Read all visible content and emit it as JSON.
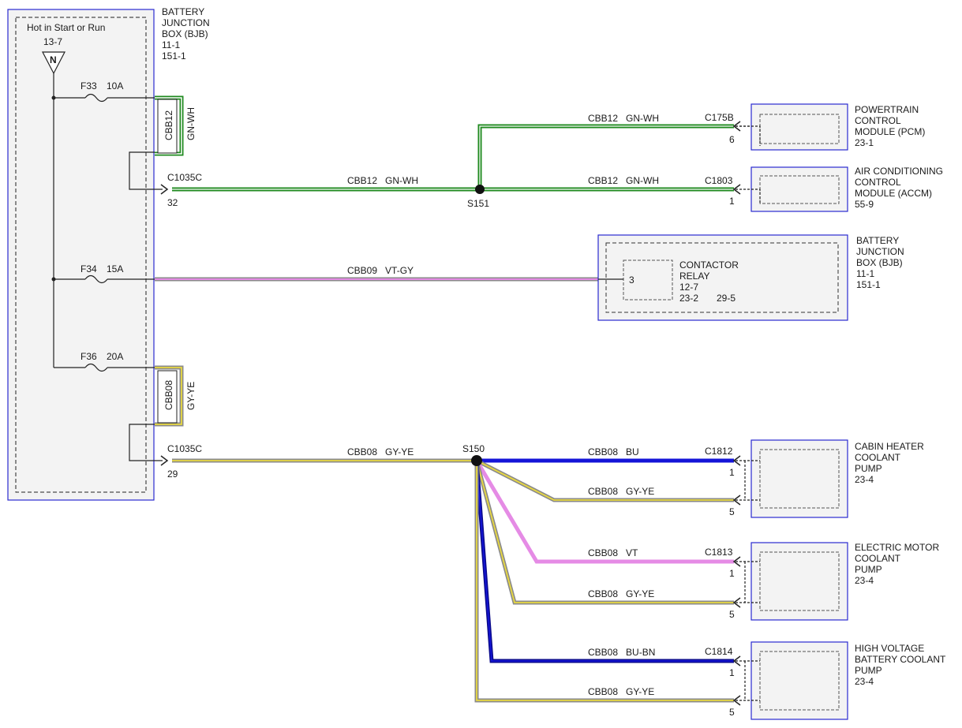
{
  "bjb_main": {
    "title_lines": [
      "BATTERY",
      "JUNCTION",
      "BOX (BJB)",
      "11-1",
      "151-1"
    ],
    "hot_label": "Hot in Start or Run",
    "ref": "13-7",
    "node": "N"
  },
  "fuses": {
    "f33": {
      "name": "F33",
      "rating": "10A"
    },
    "f34": {
      "name": "F34",
      "rating": "15A"
    },
    "f36": {
      "name": "F36",
      "rating": "20A"
    }
  },
  "connectors": {
    "c1035c_a": {
      "name": "C1035C",
      "pin": "32"
    },
    "c1035c_b": {
      "name": "C1035C",
      "pin": "29"
    },
    "c175b": {
      "name": "C175B",
      "pin": "6"
    },
    "c1803": {
      "name": "C1803",
      "pin": "1"
    },
    "c1812": {
      "name": "C1812",
      "pin1": "1",
      "pin2": "5"
    },
    "c1813": {
      "name": "C1813",
      "pin1": "1",
      "pin2": "5"
    },
    "c1814": {
      "name": "C1814",
      "pin1": "1",
      "pin2": "5"
    }
  },
  "splices": {
    "s151": "S151",
    "s150": "S150"
  },
  "wires": {
    "cbb12_vertical": {
      "circuit": "CBB12",
      "color": "GN-WH"
    },
    "cbb08_vertical": {
      "circuit": "CBB08",
      "color": "GY-YE"
    },
    "w_main_cbb12": "CBB12   GN-WH",
    "w_pcm": "CBB12   GN-WH",
    "w_accm": "CBB12   GN-WH",
    "w_cbb09": "CBB09   VT-GY",
    "w_main_cbb08": "CBB08   GY-YE",
    "w_bu": "CBB08   BU",
    "w_gyye1": "CBB08   GY-YE",
    "w_vt": "CBB08   VT",
    "w_gyye2": "CBB08   GY-YE",
    "w_bubn": "CBB08   BU-BN",
    "w_gyye3": "CBB08   GY-YE"
  },
  "components": {
    "pcm": [
      "POWERTRAIN",
      "CONTROL",
      "MODULE (PCM)",
      "23-1"
    ],
    "accm": [
      "AIR CONDITIONING",
      "CONTROL",
      "MODULE (ACCM)",
      "55-9"
    ],
    "bjb_right": [
      "BATTERY",
      "JUNCTION",
      "BOX (BJB)",
      "11-1",
      "151-1"
    ],
    "contactor": {
      "lines": [
        "CONTACTOR",
        "RELAY",
        "12-7"
      ],
      "ref_a": "23-2",
      "ref_b": "29-5",
      "pin": "3"
    },
    "cabin_pump": [
      "CABIN HEATER",
      "COOLANT",
      "PUMP",
      "23-4"
    ],
    "motor_pump": [
      "ELECTRIC MOTOR",
      "COOLANT",
      "PUMP",
      "23-4"
    ],
    "hv_pump": [
      "HIGH VOLTAGE",
      "BATTERY COOLANT",
      "PUMP",
      "23-4"
    ]
  },
  "colors": {
    "green": "#1f8a1f",
    "gray": "#8a8a8a",
    "yellow": "#e8d840",
    "blue": "#1515d8",
    "violet": "#e58be5",
    "navy": "#0a0a8c",
    "frame": "#2a2ad0"
  }
}
